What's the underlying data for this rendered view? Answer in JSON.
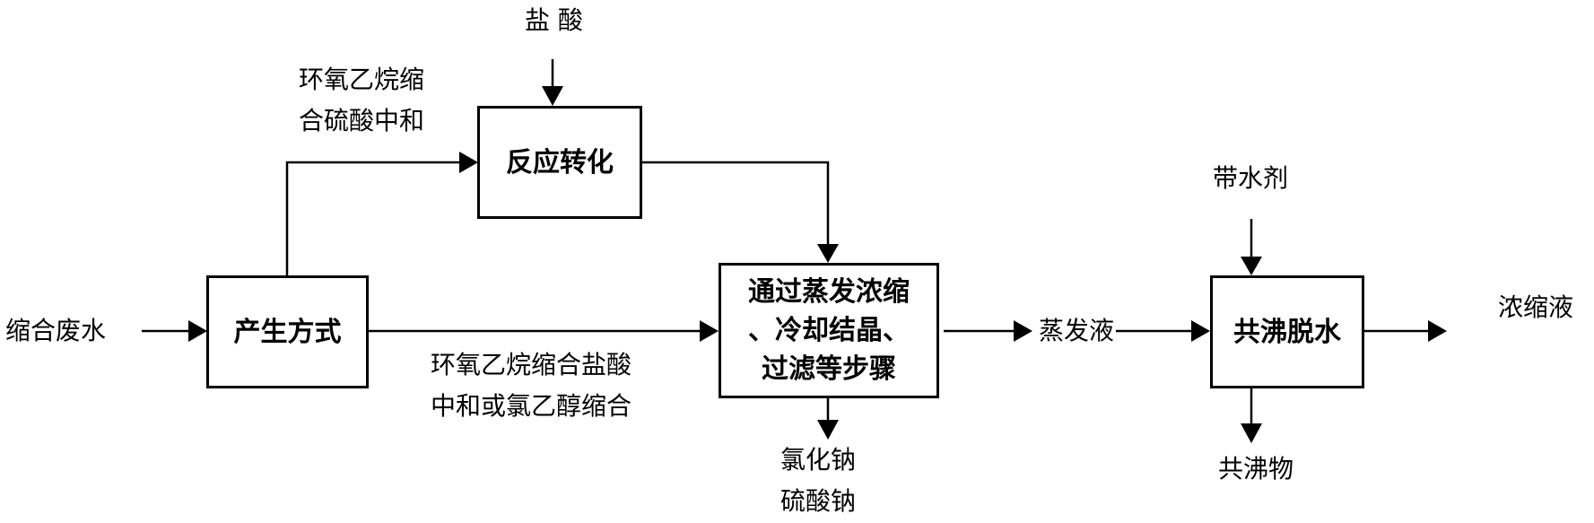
{
  "diagram": {
    "type": "process-flowchart",
    "nodes": {
      "source": "产生方式",
      "reaction": "反应转化",
      "evaporation": [
        "通过蒸发浓缩",
        "、冷却结晶、",
        "过滤等步骤"
      ],
      "azeotrope": "共沸脱水"
    },
    "labels": {
      "input_wastewater": "缩合废水",
      "hydrochloric_acid": "盐 酸",
      "branch_upper": [
        "环氧乙烷缩",
        "合硫酸中和"
      ],
      "branch_lower": [
        "环氧乙烷缩合盐酸",
        "中和或氯乙醇缩合"
      ],
      "salts": [
        "氯化钠",
        "硫酸钠"
      ],
      "evaporated_liquid": "蒸发液",
      "entrainer": "带水剂",
      "azeotrope_product": "共沸物",
      "concentrate": "浓缩液"
    },
    "edges": [
      {
        "from": "缩合废水",
        "to": "产生方式"
      },
      {
        "from": "产生方式",
        "to": "反应转化",
        "label": "环氧乙烷缩合硫酸中和"
      },
      {
        "from": "盐酸",
        "to": "反应转化"
      },
      {
        "from": "反应转化",
        "to": "通过蒸发浓缩、冷却结晶、过滤等步骤"
      },
      {
        "from": "产生方式",
        "to": "通过蒸发浓缩、冷却结晶、过滤等步骤",
        "label": "环氧乙烷缩合盐酸中和或氯乙醇缩合"
      },
      {
        "from": "通过蒸发浓缩、冷却结晶、过滤等步骤",
        "to": "氯化钠 硫酸钠"
      },
      {
        "from": "通过蒸发浓缩、冷却结晶、过滤等步骤",
        "to": "蒸发液"
      },
      {
        "from": "蒸发液",
        "to": "共沸脱水"
      },
      {
        "from": "带水剂",
        "to": "共沸脱水"
      },
      {
        "from": "共沸脱水",
        "to": "共沸物"
      },
      {
        "from": "共沸脱水",
        "to": "浓缩液"
      }
    ]
  }
}
